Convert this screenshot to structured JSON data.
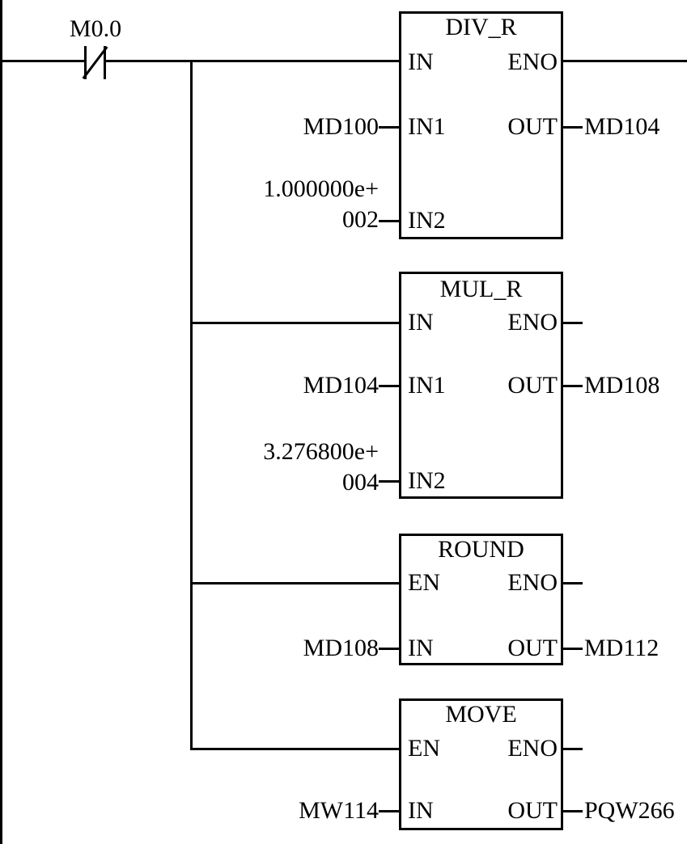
{
  "diagram_type": "plc-ladder-logic",
  "colors": {
    "line": "#000000",
    "background": "#ffffff",
    "text": "#000000"
  },
  "contact": {
    "label": "M0.0",
    "kind": "normally-closed-contact"
  },
  "blocks": {
    "div_r": {
      "title": "DIV_R",
      "pins": {
        "in": "IN",
        "eno": "ENO",
        "in1": "IN1",
        "out": "OUT",
        "in2": "IN2"
      },
      "operands": {
        "in1": "MD100",
        "in2_line1": "1.000000e+",
        "in2_line2": "002",
        "out": "MD104"
      }
    },
    "mul_r": {
      "title": "MUL_R",
      "pins": {
        "in": "IN",
        "eno": "ENO",
        "in1": "IN1",
        "out": "OUT",
        "in2": "IN2"
      },
      "operands": {
        "in1": "MD104",
        "in2_line1": "3.276800e+",
        "in2_line2": "004",
        "out": "MD108"
      }
    },
    "round": {
      "title": "ROUND",
      "pins": {
        "en": "EN",
        "eno": "ENO",
        "in": "IN",
        "out": "OUT"
      },
      "operands": {
        "in": "MD108",
        "out": "MD112"
      }
    },
    "move": {
      "title": "MOVE",
      "pins": {
        "en": "EN",
        "eno": "ENO",
        "in": "IN",
        "out": "OUT"
      },
      "operands": {
        "in": "MW114",
        "out": "PQW266"
      }
    }
  }
}
